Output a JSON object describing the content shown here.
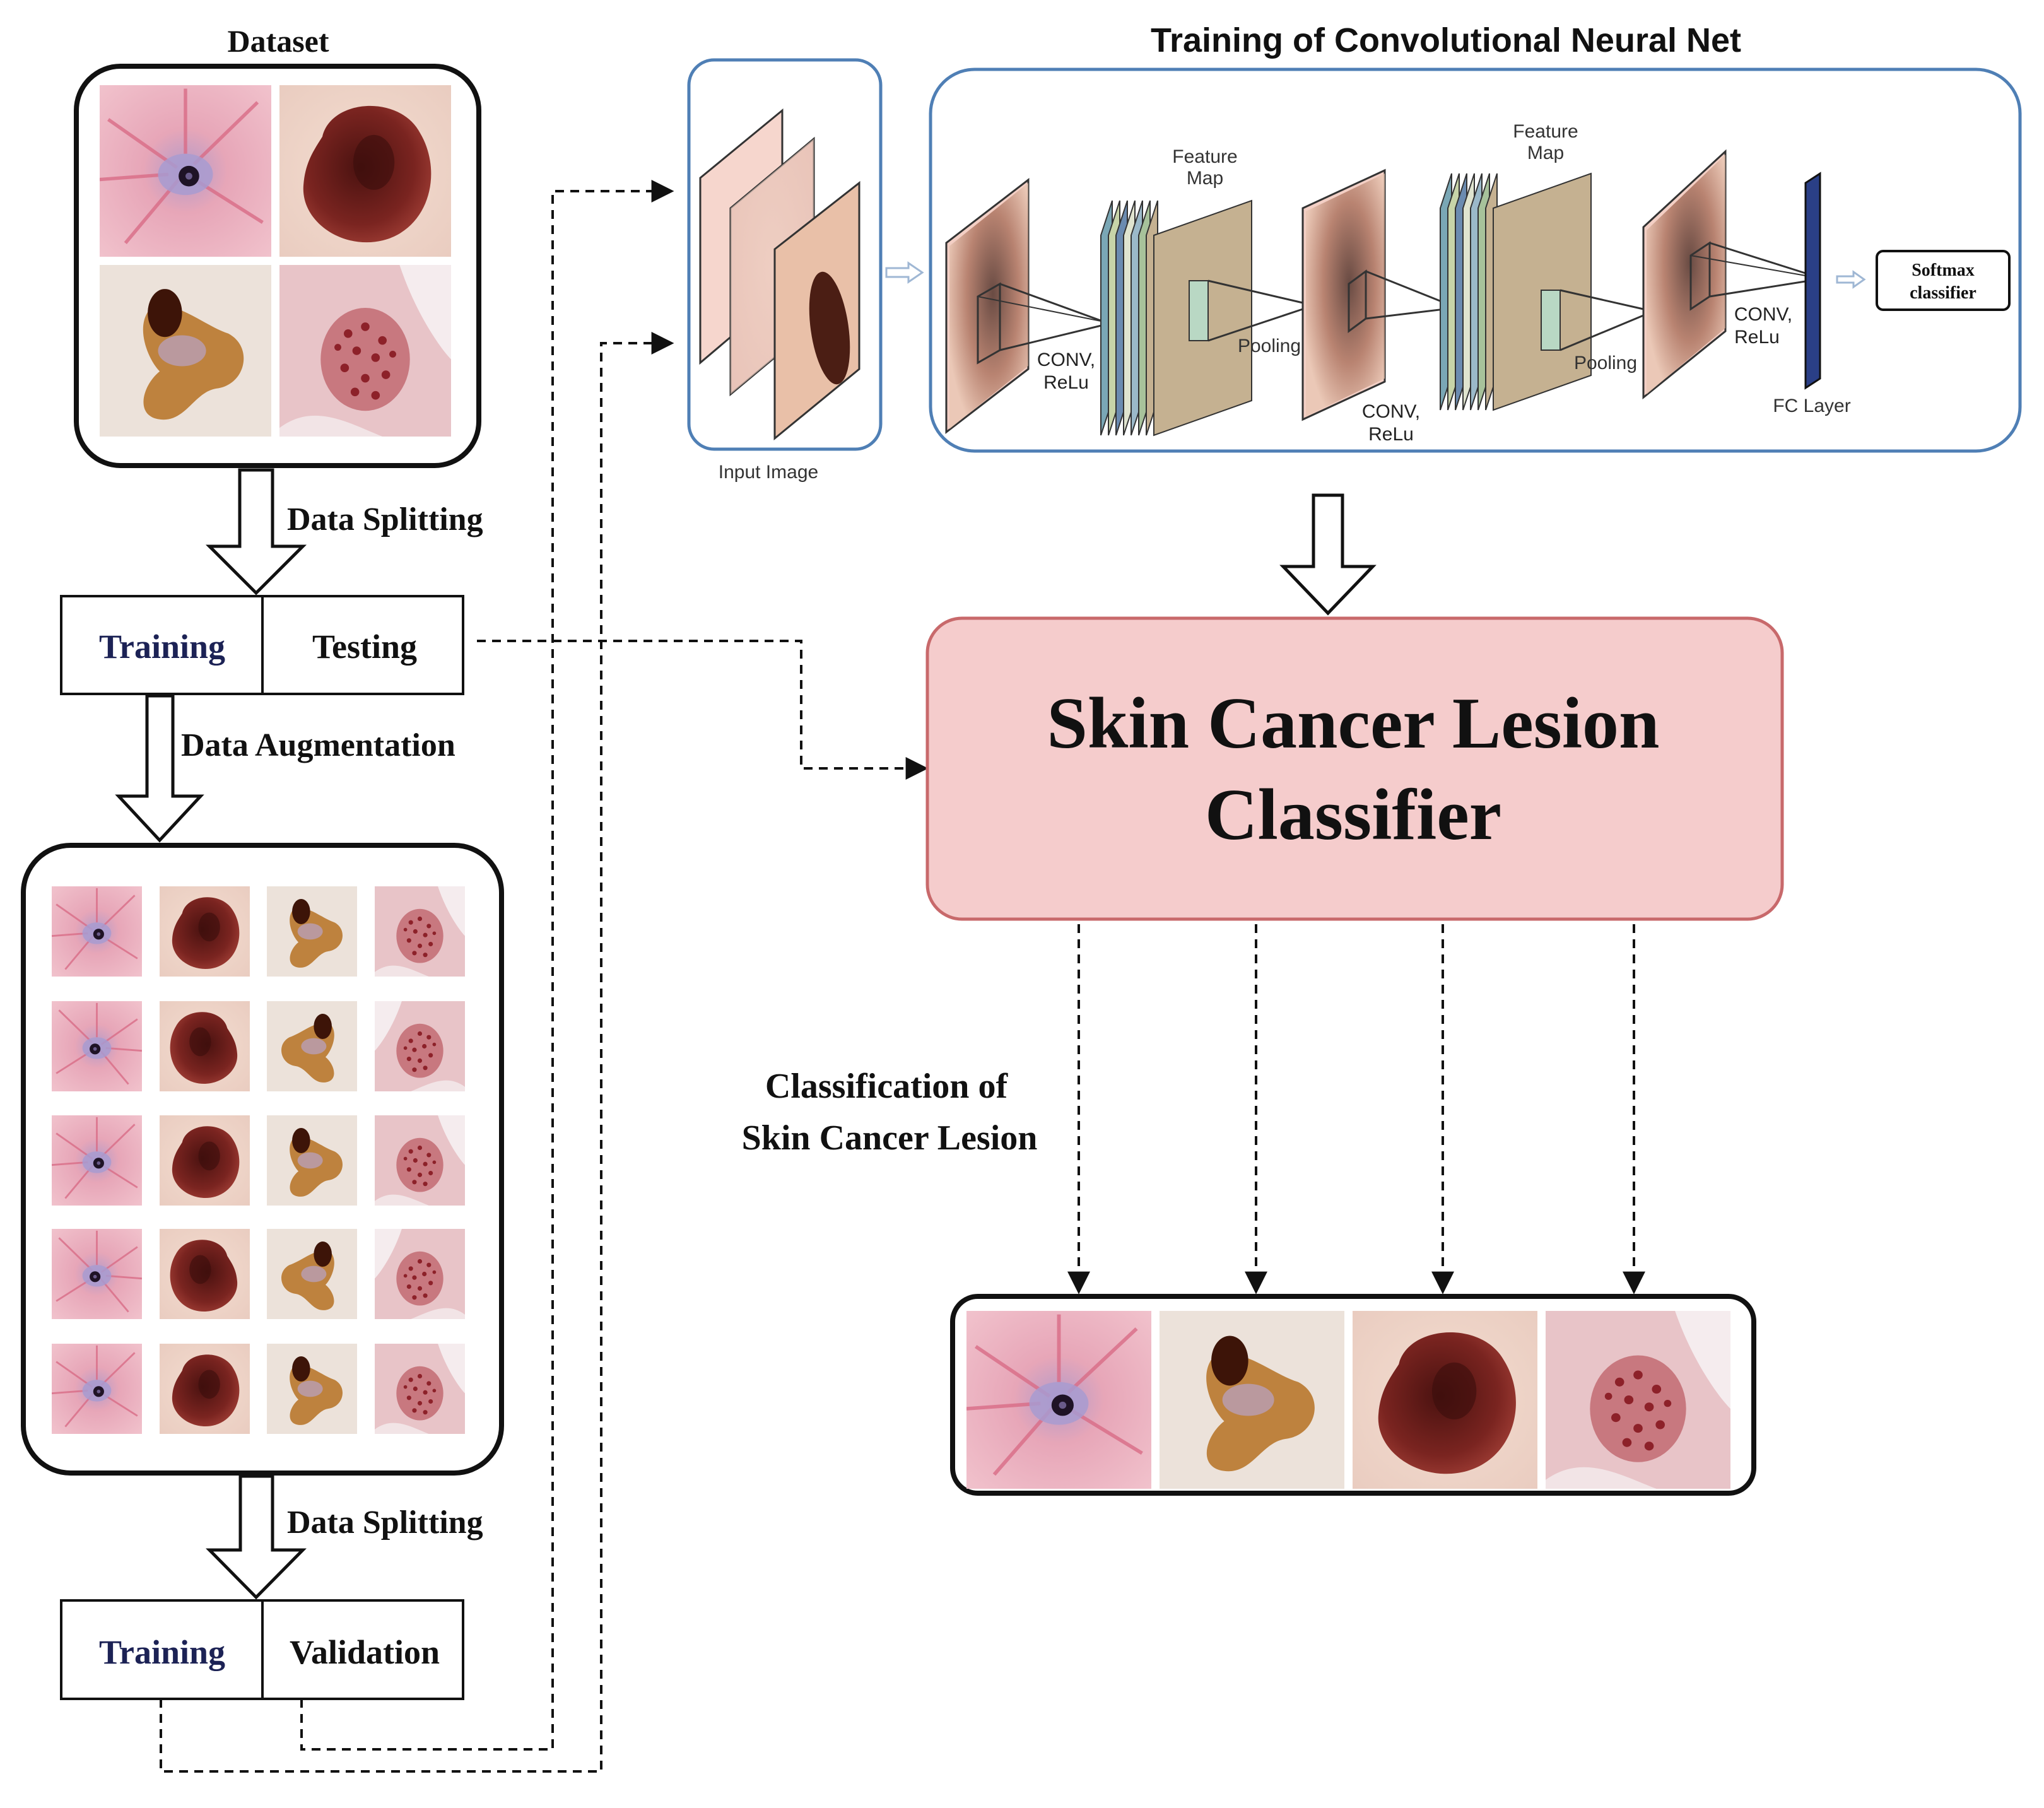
{
  "dataset": {
    "title": "Dataset"
  },
  "steps": {
    "split1": "Data Splitting",
    "augment": "Data Augmentation",
    "split2": "Data Splitting"
  },
  "split_boxes": {
    "first": {
      "left": "Training",
      "right": "Testing"
    },
    "second": {
      "left": "Training",
      "right": "Validation"
    }
  },
  "cnn": {
    "title": "Training of Convolutional Neural Net",
    "input_label": "Input Image",
    "feature_map_1": [
      "Feature",
      "Map"
    ],
    "feature_map_2": [
      "Feature",
      "Map"
    ],
    "conv1": [
      "CONV,",
      "ReLu"
    ],
    "conv2": [
      "CONV,",
      "ReLu"
    ],
    "conv3": [
      "CONV,",
      "ReLu"
    ],
    "pooling1": "Pooling",
    "pooling2": "Pooling",
    "fc_label": "FC Layer",
    "softmax": [
      "Softmax",
      "classifier"
    ]
  },
  "classifier": {
    "line1": "Skin Cancer Lesion",
    "line2": "Classifier"
  },
  "classification_label": [
    "Classification of",
    "Skin Cancer Lesion"
  ],
  "colors": {
    "classifier_fill": "#f5cccc",
    "classifier_stroke": "#c8696b",
    "panel_stroke": "#4f7fb5",
    "training_text": "#1c2255",
    "lesion_pink": "#dd99ae",
    "lesion_dark": "#6b1e1e",
    "lesion_brown": "#a4631c",
    "feature_tan": "#c5b191"
  },
  "lesion_types": [
    "vascular-lesion",
    "melanocytic-nevus",
    "pigmented-lesion",
    "dotted-lesion"
  ]
}
